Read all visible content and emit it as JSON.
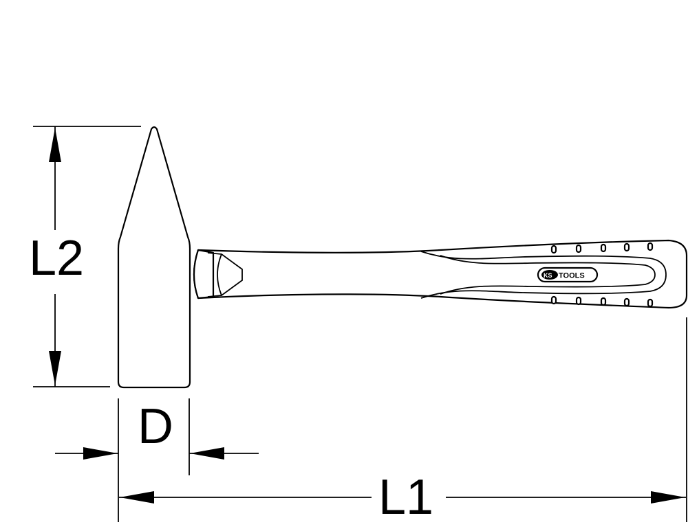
{
  "diagram": {
    "dimension_labels": {
      "height": "L2",
      "head_width": "D",
      "length": "L1"
    },
    "brand_logo": "KS TOOLS",
    "colors": {
      "line": "#000000",
      "background": "#ffffff"
    }
  }
}
